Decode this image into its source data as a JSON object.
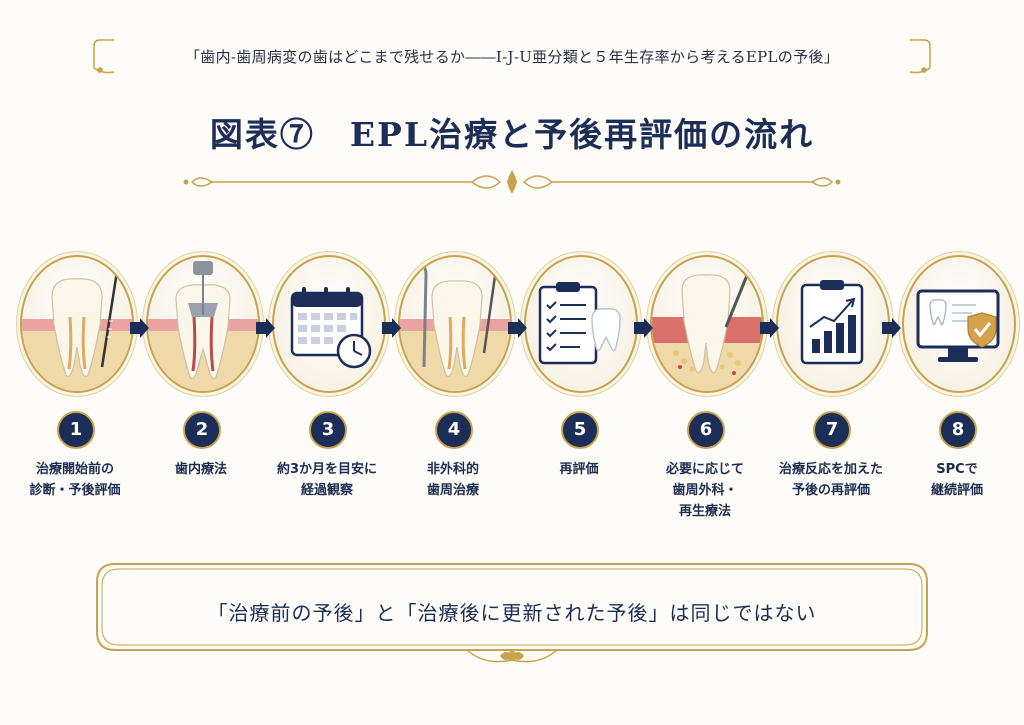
{
  "header": {
    "subtitle": "「歯内-歯周病変の歯はどこまで残せるか――I-J-U亜分類と５年生存率から考えるEPLの予後」"
  },
  "title": "図表⑦　EPL治療と予後再評価の流れ",
  "steps": [
    {
      "number": "1",
      "label": "治療開始前の\n診断・予後評価",
      "icon": "tooth-with-probe-icon"
    },
    {
      "number": "2",
      "label": "歯内療法",
      "icon": "root-canal-tooth-icon"
    },
    {
      "number": "3",
      "label": "約3か月を目安に\n経過観察",
      "icon": "calendar-clock-icon"
    },
    {
      "number": "4",
      "label": "非外科的\n歯周治療",
      "icon": "scaler-tooth-icon"
    },
    {
      "number": "5",
      "label": "再評価",
      "icon": "clipboard-tooth-icon"
    },
    {
      "number": "6",
      "label": "必要に応じて\n歯周外科・\n再生療法",
      "icon": "regenerative-surgery-icon"
    },
    {
      "number": "7",
      "label": "治療反応を加えた\n予後の再評価",
      "icon": "clipboard-chart-icon"
    },
    {
      "number": "8",
      "label": "SPCで\n継続評価",
      "icon": "monitor-shield-icon"
    }
  ],
  "conclusion": "「治療前の予後」と「治療後に更新された予後」は同じではない",
  "colors": {
    "navy": "#1c2d57",
    "gold": "#c9a24e",
    "background": "#fdfcf9"
  }
}
